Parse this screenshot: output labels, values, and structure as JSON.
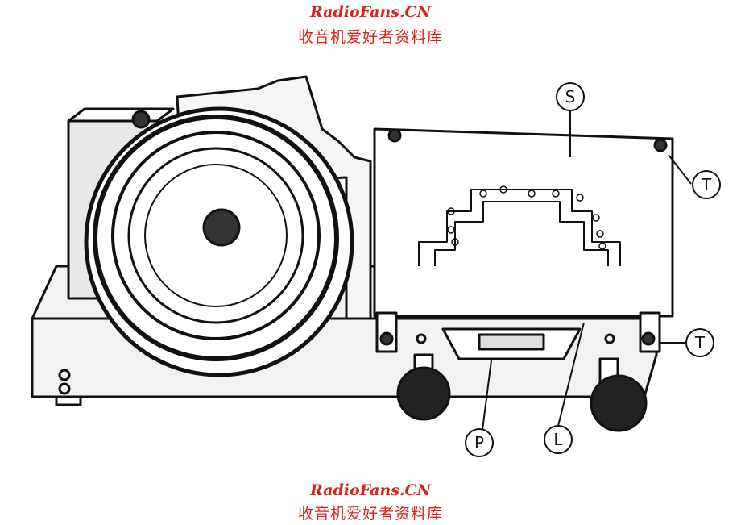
{
  "watermark_top": {
    "site": "RadioFans.CN",
    "subtitle": "收音机爱好者资料库"
  },
  "watermark_bottom": {
    "site": "RadioFans.CN",
    "subtitle": "收音机爱好者资料库"
  },
  "callouts": {
    "S": "S",
    "T_upper": "T",
    "T_lower": "T",
    "P": "P",
    "L": "L"
  },
  "colors": {
    "watermark": "#d8231a",
    "ink": "#111111"
  }
}
